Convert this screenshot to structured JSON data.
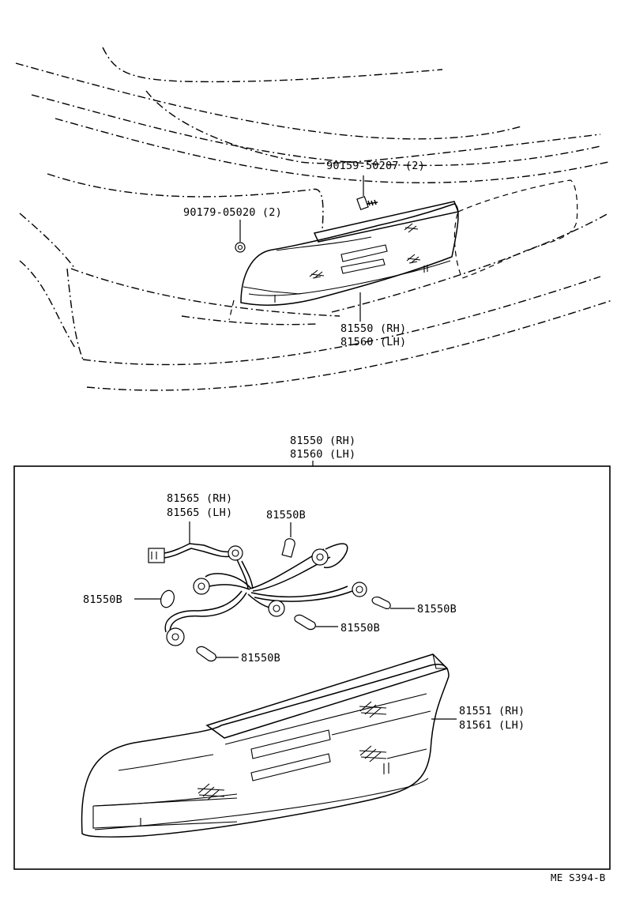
{
  "labels": {
    "bolt": "90159-50207 (2)",
    "nut": "90179-05020 (2)",
    "top_rh": "81550 (RH)",
    "top_lh": "81560 (LH)",
    "box_rh": "81550 (RH)",
    "box_lh": "81560 (LH)",
    "socket_rh": "81565 (RH)",
    "socket_lh": "81565 (LH)",
    "bulb_1": "81550B",
    "bulb_2": "81550B",
    "bulb_3": "81550B",
    "bulb_4": "81550B",
    "bulb_5": "81550B",
    "lens_rh": "81551 (RH)",
    "lens_lh": "81561 (LH)",
    "code": "ME S394-B"
  }
}
